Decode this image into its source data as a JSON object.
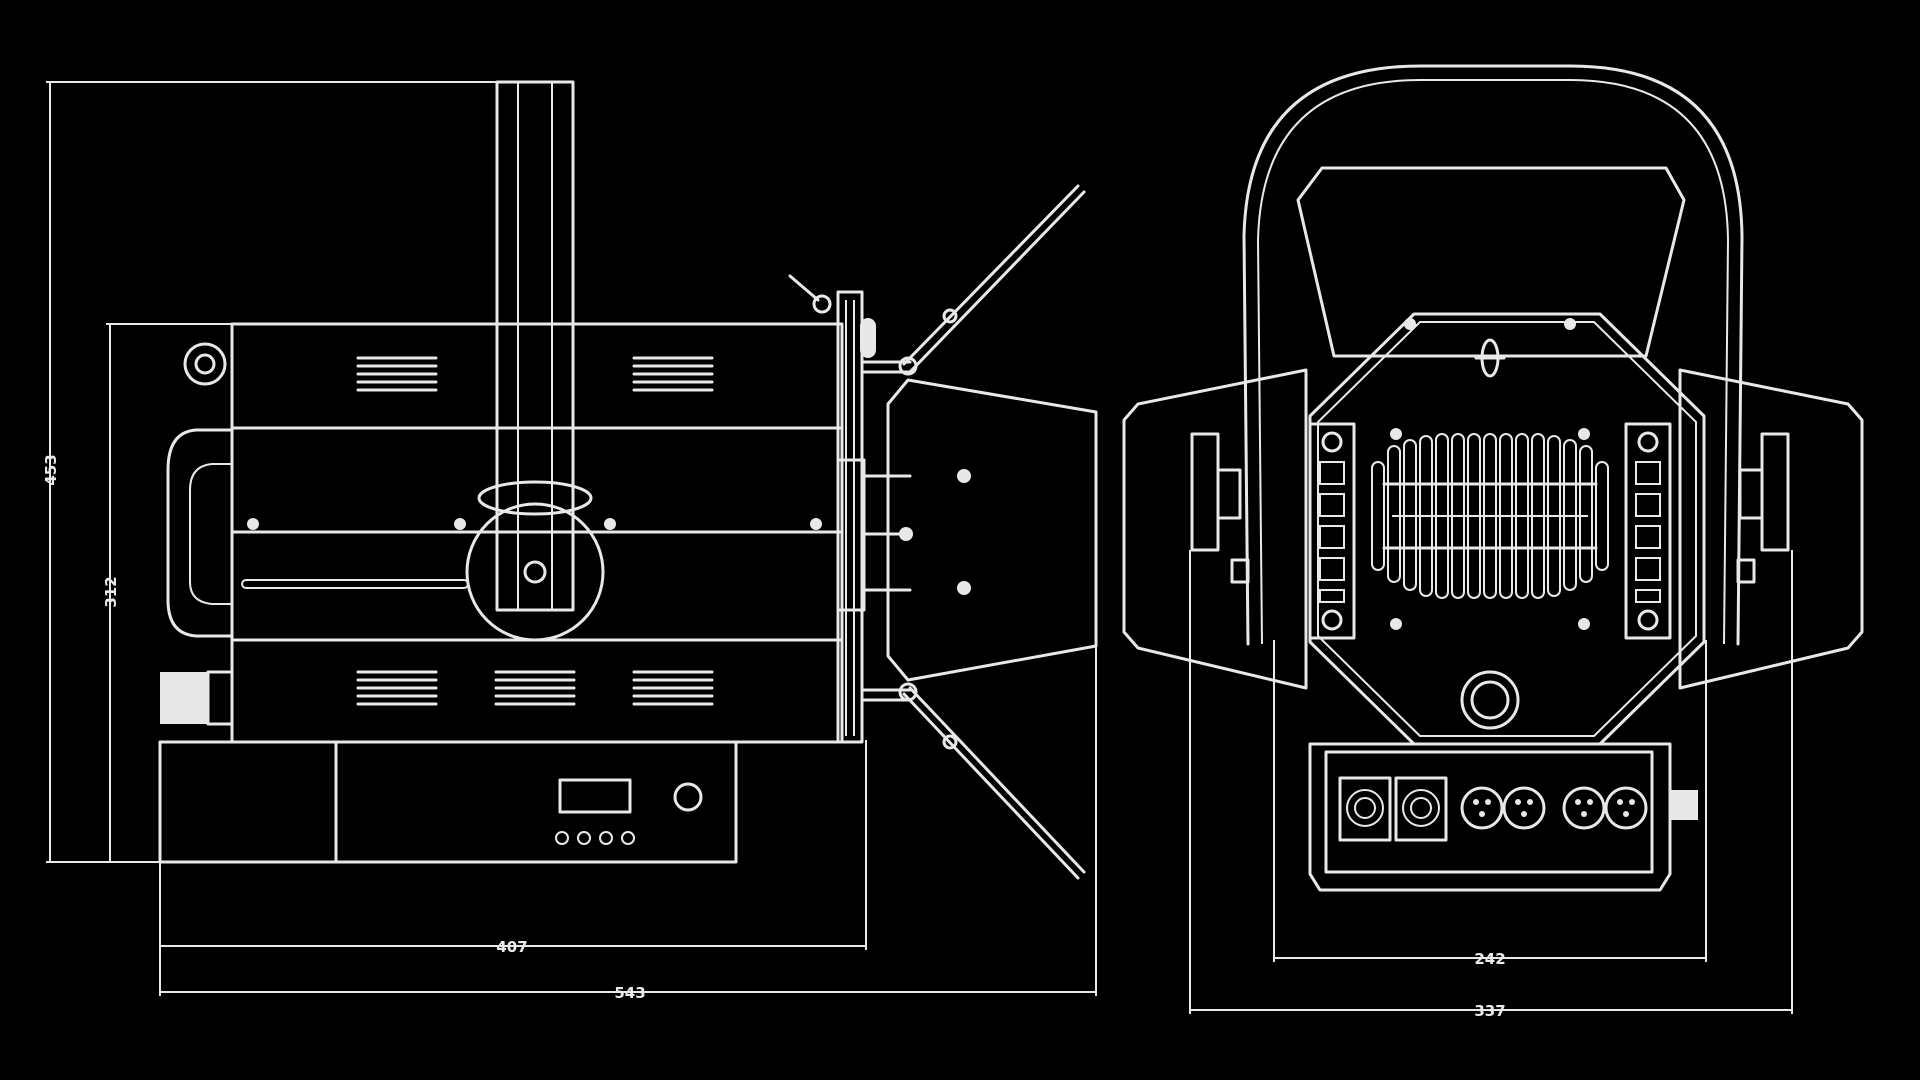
{
  "diagram": {
    "background_color": "#000000",
    "line_color": "#e8e8e8",
    "side_view": {
      "dim_height_total": "453",
      "dim_height_body": "312",
      "dim_length_body": "407",
      "dim_length_total": "543"
    },
    "front_view": {
      "dim_width_body": "242",
      "dim_width_total": "337"
    }
  }
}
